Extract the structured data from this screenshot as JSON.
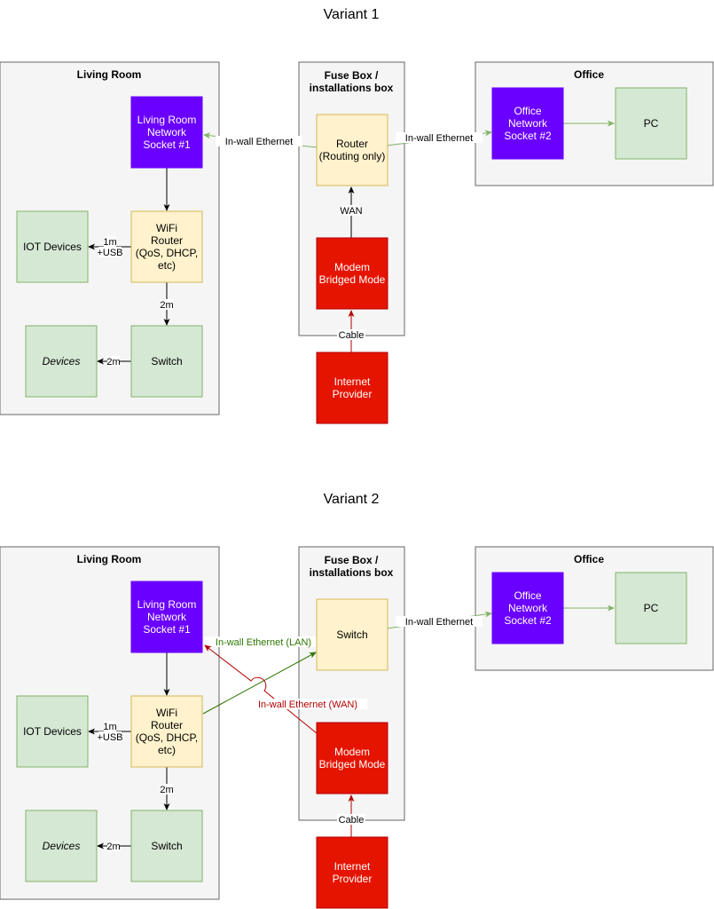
{
  "variants": [
    {
      "title": "Variant 1",
      "containers": {
        "living_room": "Living Room",
        "fuse_box": [
          "Fuse Box /",
          "installations box"
        ],
        "office": "Office"
      },
      "nodes": {
        "lr_socket": [
          "Living Room",
          "Network",
          "Socket #1"
        ],
        "wifi_router": [
          "WiFi",
          "Router",
          "(QoS, DHCP,",
          "etc)"
        ],
        "iot": [
          "IOT Devices"
        ],
        "switch": [
          "Switch"
        ],
        "devices": [
          "Devices"
        ],
        "fuse_device": [
          "Router",
          "(Routing only)"
        ],
        "modem": [
          "Modem",
          "Bridged Mode"
        ],
        "provider": [
          "Internet",
          "Provider"
        ],
        "office_socket": [
          "Office",
          "Network",
          "Socket #2"
        ],
        "pc": [
          "PC"
        ]
      },
      "edges": {
        "to_lr_socket": "In-wall Ethernet",
        "to_office": "In-wall Ethernet",
        "wan": "WAN",
        "iot_len": [
          "1m",
          "+USB"
        ],
        "switch_len": "2m",
        "devices_len": "2m",
        "cable": "Cable"
      }
    },
    {
      "title": "Variant 2",
      "containers": {
        "living_room": "Living Room",
        "fuse_box": [
          "Fuse Box /",
          "installations box"
        ],
        "office": "Office"
      },
      "nodes": {
        "lr_socket": [
          "Living Room",
          "Network",
          "Socket #1"
        ],
        "wifi_router": [
          "WiFi",
          "Router",
          "(QoS, DHCP,",
          "etc)"
        ],
        "iot": [
          "IOT Devices"
        ],
        "switch": [
          "Switch"
        ],
        "devices": [
          "Devices"
        ],
        "fuse_device": [
          "Switch"
        ],
        "modem": [
          "Modem",
          "Bridged Mode"
        ],
        "provider": [
          "Internet",
          "Provider"
        ],
        "office_socket": [
          "Office",
          "Network",
          "Socket #2"
        ],
        "pc": [
          "PC"
        ]
      },
      "edges": {
        "lan": "In-wall Ethernet (LAN)",
        "wan_inwall": "In-wall Ethernet (WAN)",
        "to_office": "In-wall Ethernet",
        "iot_len": [
          "1m",
          "+USB"
        ],
        "switch_len": "2m",
        "devices_len": "2m",
        "cable": "Cable"
      }
    }
  ],
  "colors": {
    "container_fill": "#f5f5f5",
    "container_stroke": "#666666",
    "socket_fill": "#6a00ff",
    "yellow_fill": "#fff2cc",
    "yellow_stroke": "#d6b656",
    "green_fill": "#d5e8d4",
    "green_stroke": "#82b366",
    "red_fill": "#e51400",
    "red_stroke": "#b20000",
    "green_line": "#82b366",
    "dark_green_line": "#2d7600",
    "dark_red_line": "#b20000"
  }
}
